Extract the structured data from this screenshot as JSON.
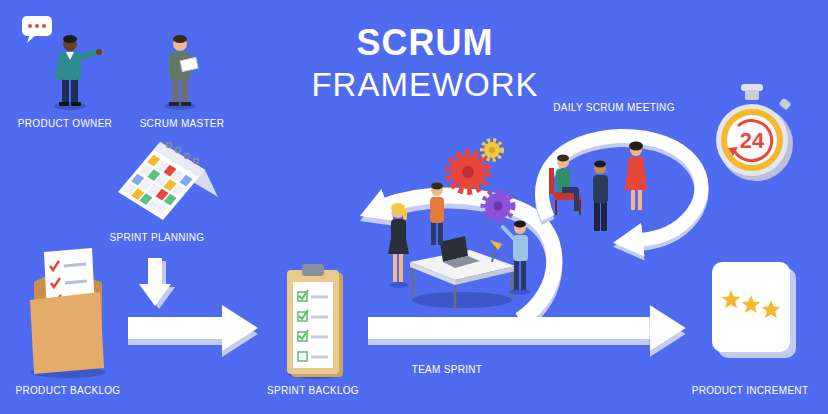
{
  "diagram": {
    "title": "SCRUM FRAMEWORK",
    "nodes": [
      {
        "text": [
          "PRODUCT BACKLOG"
        ]
      },
      {
        "text": [
          "SPRINT BACKLOG"
        ]
      },
      {
        "text": [
          "PRODUCT INCREMENT"
        ]
      }
    ],
    "edges": [
      {
        "from": 0,
        "to": 1,
        "arrow": "to"
      },
      {
        "from": 1,
        "to": 2,
        "arrow": "to"
      }
    ],
    "labels": [
      "PRODUCT OWNER",
      "SCRUM MASTER",
      "DAILY SCRUM MEETING",
      "24",
      "SPRINT PLANNING",
      "TEAM SPRINT"
    ]
  }
}
